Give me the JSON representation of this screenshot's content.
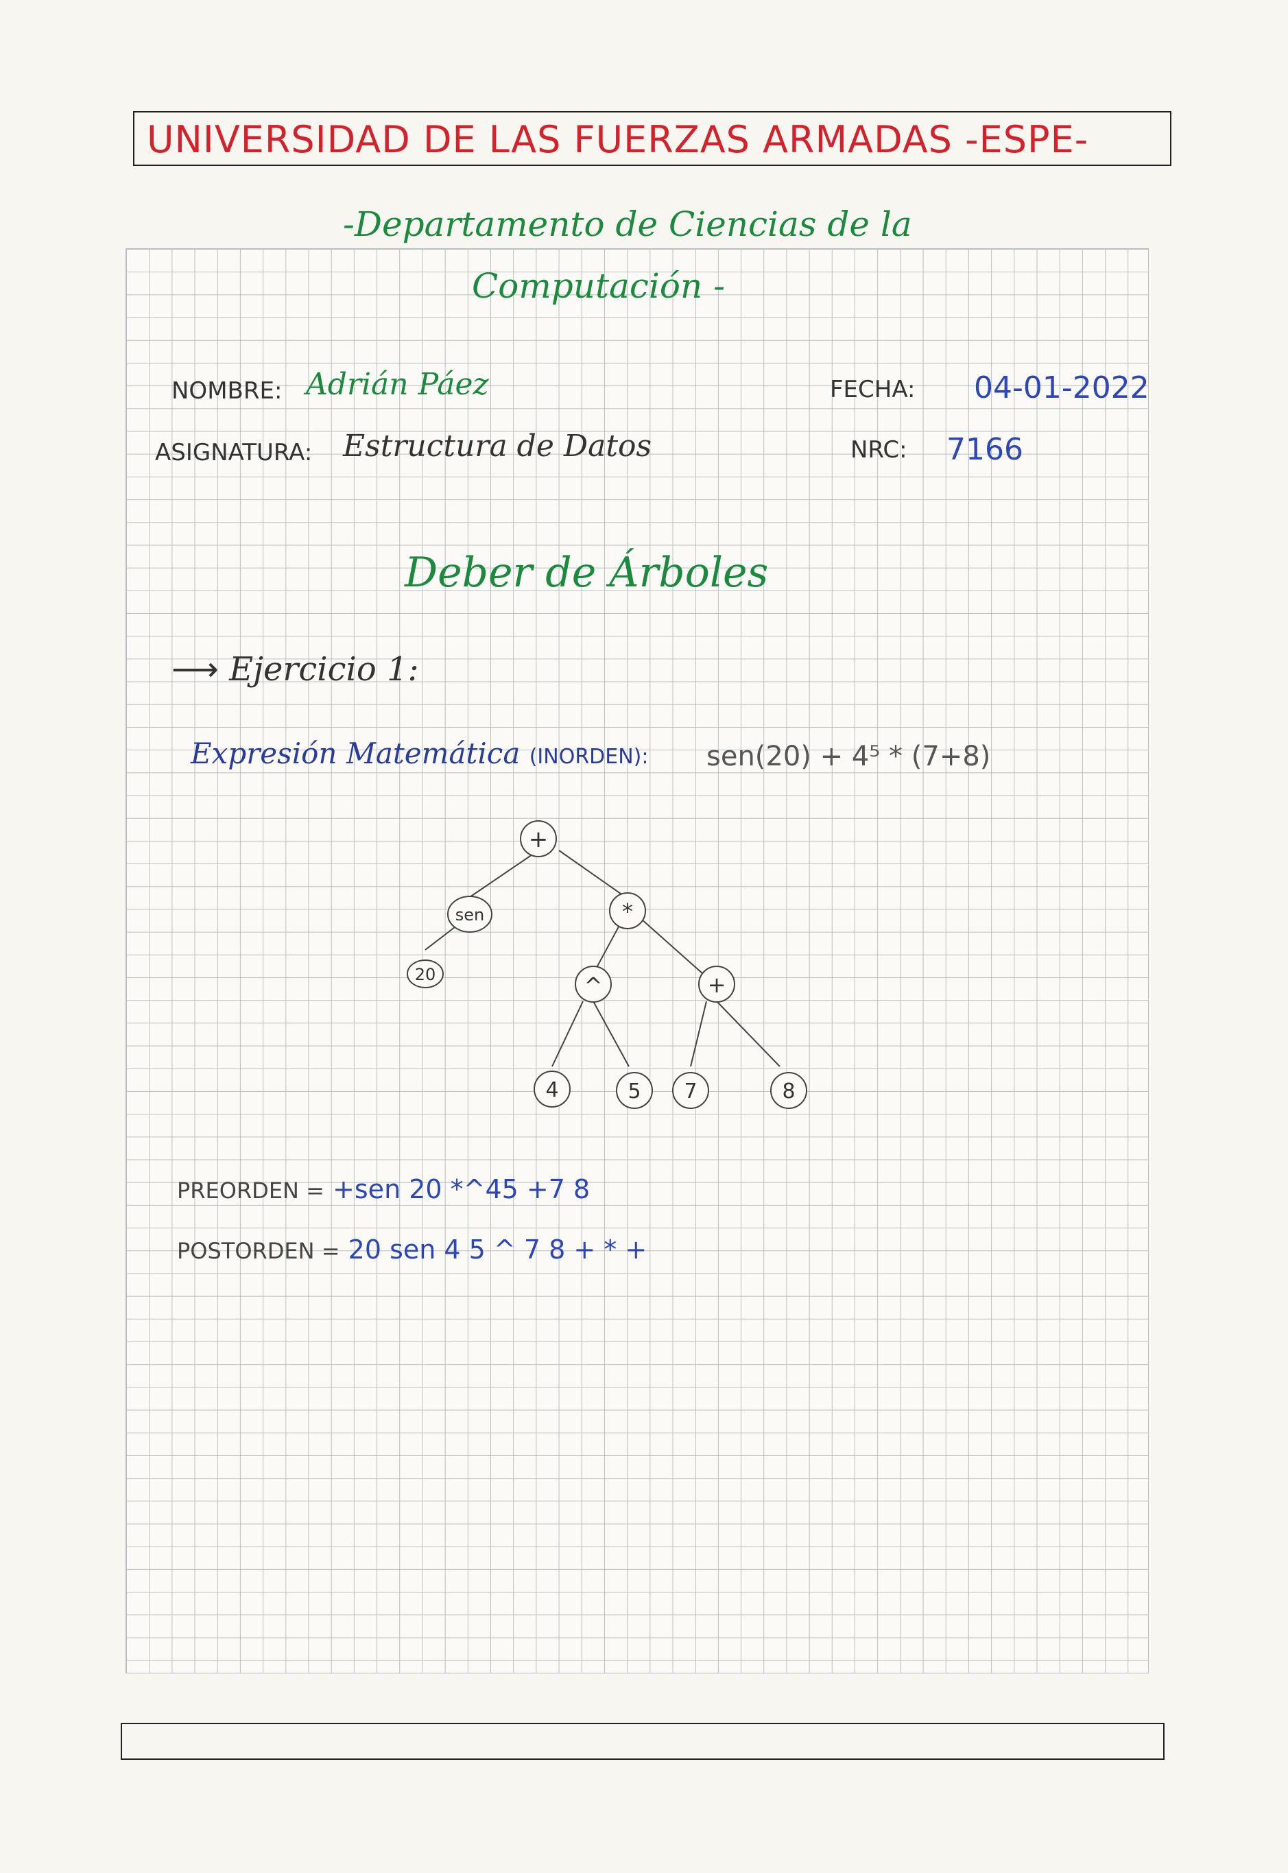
{
  "header": {
    "university": "UNIVERSIDAD DE LAS FUERZAS ARMADAS -ESPE-",
    "department_line1": "-Departamento de Ciencias de la",
    "department_line2": "Computación -"
  },
  "info": {
    "name_label": "NOMBRE:",
    "name_value": "Adrián Páez",
    "subject_label": "ASIGNATURA:",
    "subject_value": "Estructura de Datos",
    "date_label": "FECHA:",
    "date_value": "04-01-2022",
    "nrc_label": "NRC:",
    "nrc_value": "7166"
  },
  "title": "Deber de Árboles",
  "exercise": {
    "label": "Ejercicio 1:",
    "expression_label": "Expresión Matemática",
    "inorder_label": "(INORDEN):",
    "expression_value": "sen(20) + 4⁵ * (7+8)"
  },
  "tree": {
    "nodes": [
      {
        "id": "root",
        "label": "+"
      },
      {
        "id": "sen",
        "label": "sen"
      },
      {
        "id": "n20",
        "label": "20"
      },
      {
        "id": "mul",
        "label": "*"
      },
      {
        "id": "pow",
        "label": "^"
      },
      {
        "id": "plus2",
        "label": "+"
      },
      {
        "id": "n4",
        "label": "4"
      },
      {
        "id": "n5",
        "label": "5"
      },
      {
        "id": "n7",
        "label": "7"
      },
      {
        "id": "n8",
        "label": "8"
      }
    ]
  },
  "traversals": {
    "preorder_label": "PREORDEN =",
    "preorder_value": "+sen 20 *^45 +7 8",
    "postorder_label": "POSTORDEN =",
    "postorder_value": "20 sen 4 5 ^ 7 8 + * +"
  },
  "colors": {
    "header_red": "#d3222c",
    "heading_green": "#1b8a3e",
    "ink_blue": "#2c46b8"
  }
}
